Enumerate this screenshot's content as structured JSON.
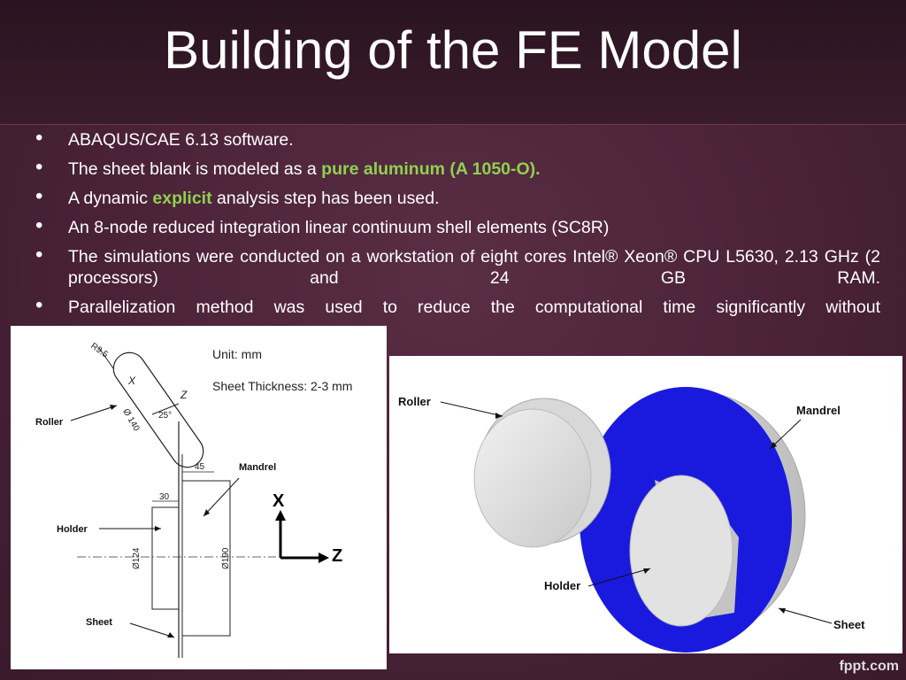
{
  "slide": {
    "title": "Building of the FE Model"
  },
  "bullets": {
    "b1": "ABAQUS/CAE 6.13 software.",
    "b2_pre": "The sheet blank is modeled as a ",
    "b2_hl": "pure aluminum (A 1050-O).",
    "b3_pre": "A dynamic ",
    "b3_hl": "explicit",
    "b3_post": " analysis step has been used.",
    "b4": "An 8-node reduced integration linear continuum shell elements (SC8R)",
    "b5": "The simulations were conducted on a workstation of eight cores Intel® Xeon® CPU L5630, 2.13 GHz (2 processors) and 24 GB RAM.",
    "b6": "Parallelization method was used to reduce the computational time significantly without"
  },
  "left_figure": {
    "unit": "Unit: mm",
    "thickness": "Sheet Thickness: 2-3 mm",
    "roller": "Roller",
    "mandrel": "Mandrel",
    "holder": "Holder",
    "sheet": "Sheet",
    "r95": "R9.5",
    "d140": "Ø 140",
    "angle": "25°",
    "dim45": "45",
    "dim30": "30",
    "d124": "Ø124",
    "d190": "Ø190",
    "ax_x": "X",
    "ax_z": "Z",
    "roller_x": "X",
    "roller_z": "Z"
  },
  "right_figure": {
    "roller": "Roller",
    "mandrel": "Mandrel",
    "holder": "Holder",
    "sheet": "Sheet"
  },
  "watermark": "fppt.com",
  "colors": {
    "highlight": "#8fd14f",
    "sheet_blue": "#1a1adf",
    "background": "#4a2238"
  }
}
